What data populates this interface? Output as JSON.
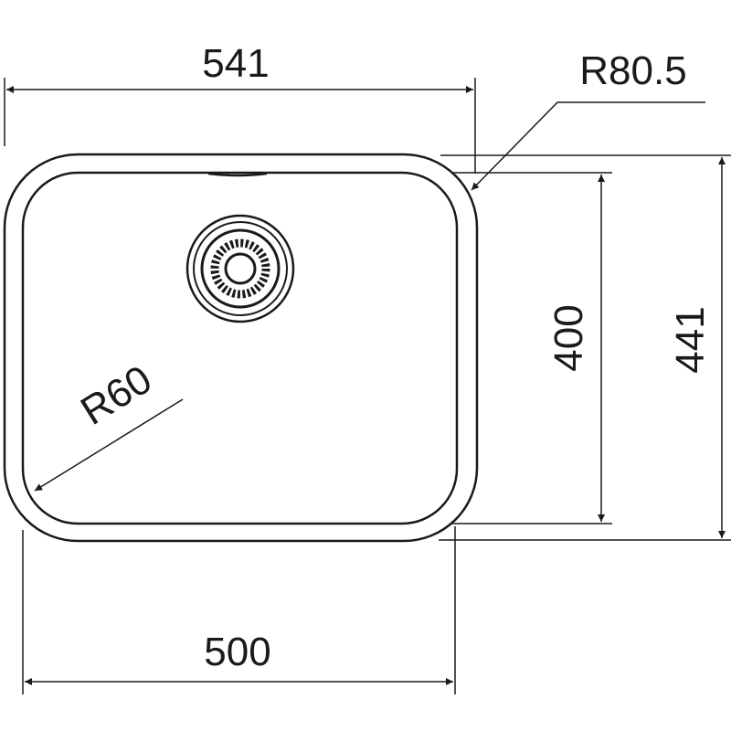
{
  "title": "Sink dimension drawing",
  "dimensions": {
    "outer_width": "541",
    "inner_width": "500",
    "inner_depth": "400",
    "outer_depth": "441",
    "outer_radius": "R80.5",
    "inner_radius": "R60"
  },
  "colors": {
    "line": "#1a1a1a",
    "background": "#ffffff"
  }
}
